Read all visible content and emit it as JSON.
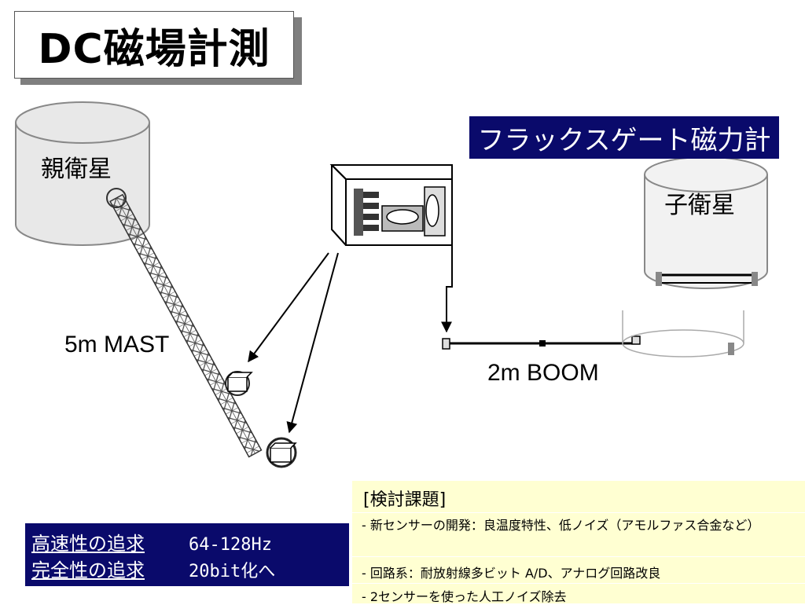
{
  "title": "DC磁場計測",
  "fluxgate_label": "フラックスゲート磁力計",
  "parent_sat_label": "親衛星",
  "child_sat_label": "子衛星",
  "mast_label": "5m MAST",
  "boom_label": "2m BOOM",
  "goals": [
    {
      "key": "高速性の追求",
      "value": "64-128Hz"
    },
    {
      "key": "完全性の追求",
      "value": "20bit化へ"
    }
  ],
  "issues": {
    "title": "[検討課題]",
    "items": [
      "- 新センサーの開発：良温度特性、低ノイズ（アモルファス合金など）",
      "- 回路系：耐放射線多ビット A/D、アナログ回路改良",
      "- 2センサーを使った人工ノイズ除去"
    ]
  },
  "colors": {
    "navy": "#0a0a6b",
    "note_bg": "#ffffd2"
  }
}
